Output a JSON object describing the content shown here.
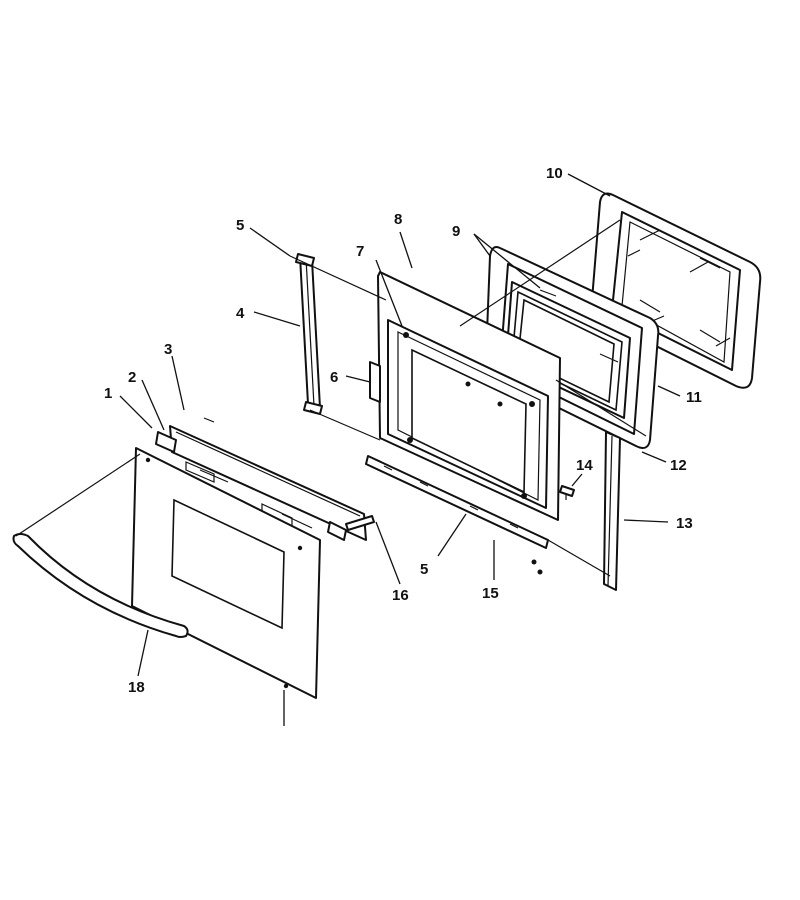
{
  "callouts": [
    {
      "id": "c1",
      "text": "1"
    },
    {
      "id": "c2",
      "text": "2"
    },
    {
      "id": "c3",
      "text": "3"
    },
    {
      "id": "c4",
      "text": "4"
    },
    {
      "id": "c5a",
      "text": "5"
    },
    {
      "id": "c5b",
      "text": "5"
    },
    {
      "id": "c6",
      "text": "6"
    },
    {
      "id": "c7",
      "text": "7"
    },
    {
      "id": "c8",
      "text": "8"
    },
    {
      "id": "c9",
      "text": "9"
    },
    {
      "id": "c10",
      "text": "10"
    },
    {
      "id": "c11",
      "text": "11"
    },
    {
      "id": "c12",
      "text": "12"
    },
    {
      "id": "c13",
      "text": "13"
    },
    {
      "id": "c14",
      "text": "14"
    },
    {
      "id": "c15",
      "text": "15"
    },
    {
      "id": "c16",
      "text": "16"
    },
    {
      "id": "c18",
      "text": "18"
    }
  ]
}
